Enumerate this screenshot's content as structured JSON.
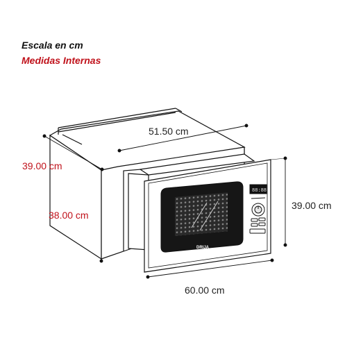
{
  "header": {
    "scale_label": "Escala en cm",
    "inner_label": "Medidas Internas"
  },
  "dimensions": {
    "outer_depth": "51.50 cm",
    "outer_height_left": "39.00 cm",
    "inner_height": "38.00 cm",
    "front_height": "39.00 cm",
    "front_width": "60.00 cm"
  },
  "appliance": {
    "brand": "DRIJA",
    "display_text": "88:88"
  },
  "colors": {
    "accent_red": "#c0121b",
    "line": "#111111",
    "glass": "#1a1a1a"
  }
}
